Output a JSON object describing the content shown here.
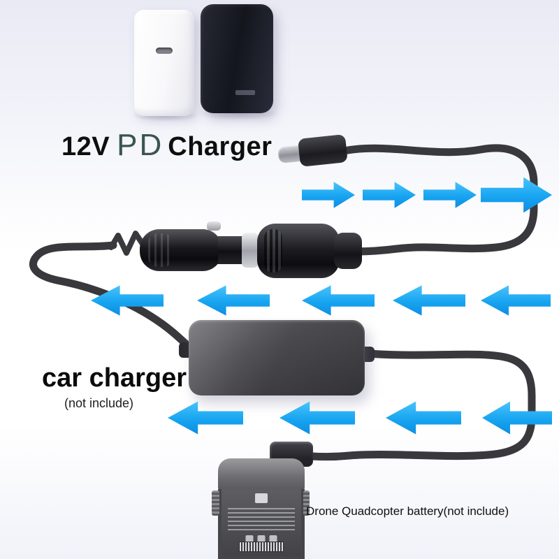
{
  "scene": {
    "title": {
      "prefix": "12V",
      "highlight": "PD",
      "suffix": "Charger"
    },
    "car_charger": {
      "label": "car charger",
      "note": "(not include)"
    },
    "battery_caption": "Drone Quadcopter battery(not include)"
  },
  "colors": {
    "arrow_blue": "#17a4f0",
    "cable_dark": "#39393d",
    "pd_text": "#3a564c",
    "background_tint": "#e9eaf4"
  }
}
